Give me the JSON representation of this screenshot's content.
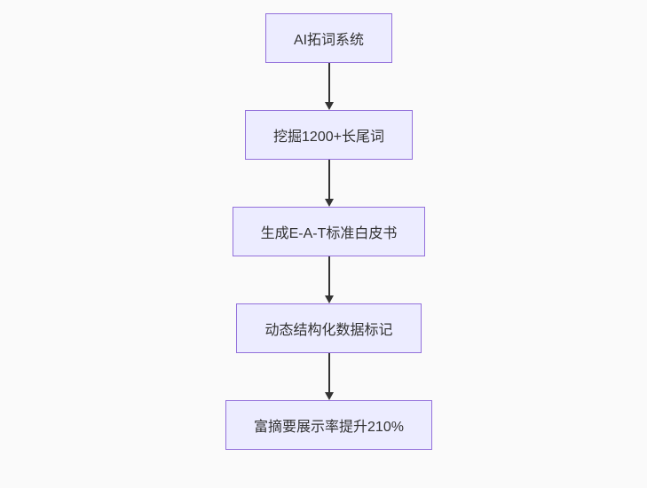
{
  "page": {
    "background_color": "#fafafa"
  },
  "flowchart": {
    "direction": "top-down",
    "node_fill_color": "#ECECFF",
    "node_border_color": "#9370DB",
    "text_color": "#333333",
    "arrow_color": "#333333",
    "nodes": [
      {
        "label": "AI拓词系统"
      },
      {
        "label": "挖掘1200+长尾词"
      },
      {
        "label": "生成E-A-T标准白皮书"
      },
      {
        "label": "动态结构化数据标记"
      },
      {
        "label": "富摘要展示率提升210%"
      }
    ]
  }
}
